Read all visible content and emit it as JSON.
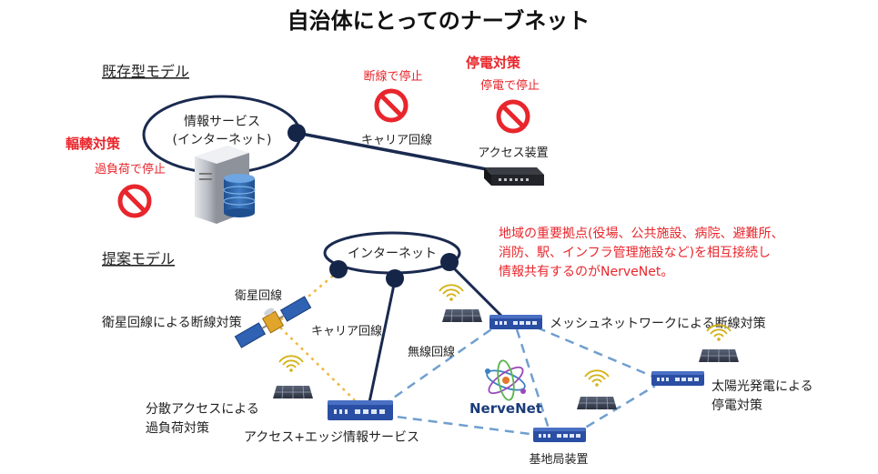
{
  "title": "自治体にとってのナーブネット",
  "existing": {
    "section_label": "既存型モデル",
    "cloud_label_1": "情報サービス",
    "cloud_label_2": "(インターネット)",
    "congestion_title": "輻輳対策",
    "congestion_text": "過負荷で停止",
    "cut_text": "断線で停止",
    "carrier_label": "キャリア回線",
    "power_title": "停電対策",
    "power_text": "停電で停止",
    "access_label": "アクセス装置"
  },
  "proposed": {
    "section_label": "提案モデル",
    "cloud_label": "インターネット",
    "note_lines": [
      "地域の重要拠点(役場、公共施設、病院、避難所、",
      "消防、駅、インフラ管理施設など)を相互接続し",
      "情報共有するのがNerveNet。"
    ],
    "satellite_line_label": "衛星回線",
    "satellite_measure": "衛星回線による断線対策",
    "carrier_label": "キャリア回線",
    "wireless_label": "無線回線",
    "mesh_measure": "メッシュネットワークによる断線対策",
    "solar_measure_1": "太陽光発電による",
    "solar_measure_2": "停電対策",
    "distributed_1": "分散アクセスによる",
    "distributed_2": "過負荷対策",
    "edge_label": "アクセス+エッジ情報サービス",
    "base_label": "基地局装置",
    "logo_text": "NerveNet"
  },
  "colors": {
    "red": "#e8262c",
    "navy": "#1a2a4f",
    "dashed": "#6f9fd0",
    "device": "#2a4ea3",
    "satellite_line": "#f0b63c"
  }
}
